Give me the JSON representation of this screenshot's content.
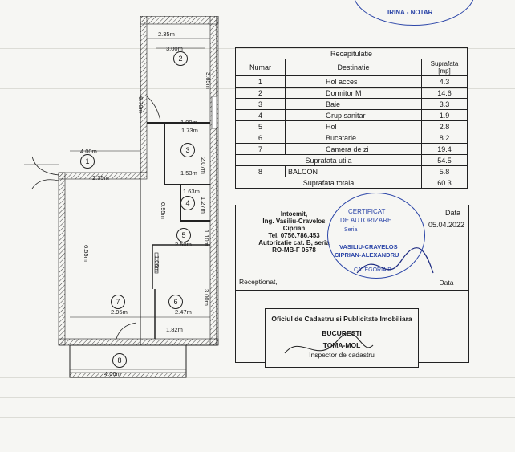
{
  "plan": {
    "dims": {
      "top_outer": "2.35m",
      "top_inner": "3.00m",
      "right_room2": "3.65m",
      "left_room2": "6.70m",
      "hall_top": "1.90m",
      "bath_top": "1.73m",
      "bath_side": "2.07m",
      "bath_bottom": "1.53m",
      "entry_width": "4.00m",
      "entry_inner": "2.35m",
      "wc_top": "1.63m",
      "wc_side": "1.27m",
      "wc_left": "0.95m",
      "hol_width": "2.50m",
      "hol_side": "1.10m",
      "door_small": "1.06m",
      "left_long": "6.55m",
      "kitchen_side": "3.00m",
      "room7_width": "2.95m",
      "room6_width": "2.47m",
      "door_bottom": "1.82m",
      "balcony_width": "4.06m"
    },
    "rooms": [
      "1",
      "2",
      "3",
      "4",
      "5",
      "6",
      "7",
      "8"
    ]
  },
  "recap": {
    "title": "Recapitulatie",
    "headers": {
      "num": "Numar",
      "dest": "Destinatie",
      "area": "Suprafata [mp]"
    },
    "rows": [
      {
        "num": "1",
        "dest": "Hol acces",
        "area": "4.3"
      },
      {
        "num": "2",
        "dest": "Dormitor M",
        "area": "14.6"
      },
      {
        "num": "3",
        "dest": "Baie",
        "area": "3.3"
      },
      {
        "num": "4",
        "dest": "Grup sanitar",
        "area": "1.9"
      },
      {
        "num": "5",
        "dest": "Hol",
        "area": "2.8"
      },
      {
        "num": "6",
        "dest": "Bucatarie",
        "area": "8.2"
      },
      {
        "num": "7",
        "dest": "Camera de zi",
        "area": "19.4"
      }
    ],
    "utila_label": "Suprafata utila",
    "utila_value": "54.5",
    "balcon_num": "8",
    "balcon_label": "BALCON",
    "balcon_value": "5.8",
    "totala_label": "Suprafata totala",
    "totala_value": "60.3"
  },
  "sign": {
    "line1": "Intocmit,",
    "line2": "Ing. Vasiliu-Cravelos",
    "line3": "Ciprian",
    "line4": "Tel. 0756.786.453",
    "line5": "Autorizatie cat. B, seria",
    "line6": "RO-MB-F 0578",
    "data_label": "Data",
    "data_value": "05.04.2022"
  },
  "stamp": {
    "l1": "CERTIFICAT",
    "l2": "DE AUTORIZARE",
    "l3": "Seria",
    "l4": "VASILIU-CRAVELOS",
    "l5": "CIPRIAN-ALEXANDRU",
    "l6": "CATEGORIA B",
    "top": "IRINA - NOTAR"
  },
  "receptionat": {
    "label": "Receptionat,",
    "data": "Data"
  },
  "oficiu": {
    "l1": "Oficiul de Cadastru si Publicitate Imobiliara",
    "l2": "BUCURESTI",
    "l3": "TOMA-MOL",
    "l4": "Inspector de cadastru"
  }
}
